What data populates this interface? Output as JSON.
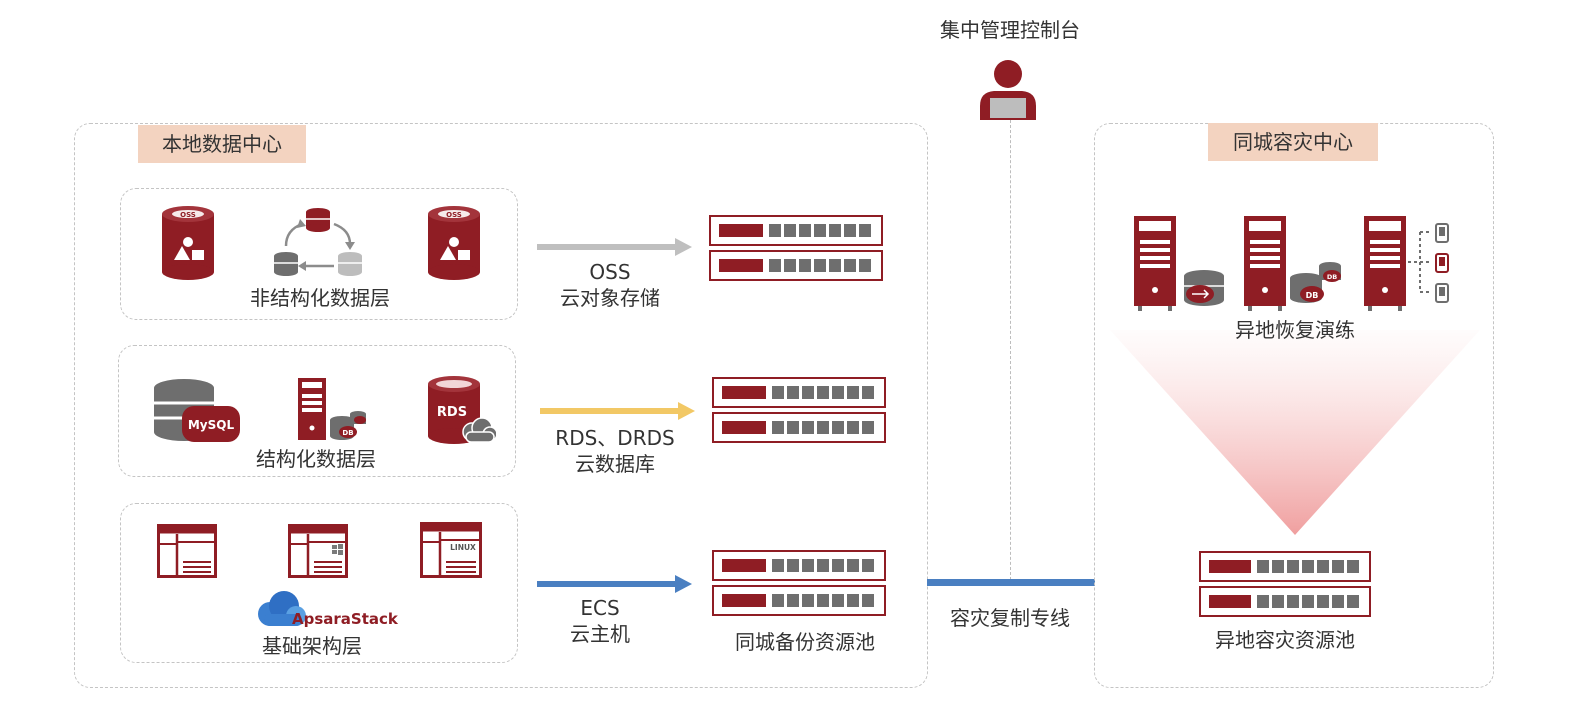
{
  "colors": {
    "brand_red": "#8f1d24",
    "gray": "#6e6e6e",
    "tag_bg": "#f3d3c0",
    "oss_arrow": "#bfbfbf",
    "rds_arrow": "#f2c865",
    "ecs_arrow": "#4a7fc1",
    "link_line": "#4a7fc1"
  },
  "console": {
    "title": "集中管理控制台",
    "icon": "admin-person-icon"
  },
  "local_dc": {
    "title": "本地数据中心",
    "layers": [
      {
        "label": "非结构化数据层",
        "icons": [
          "oss-bucket-icon",
          "data-sync-cycle-icon",
          "oss-bucket-icon"
        ],
        "oss_badge": "OSS"
      },
      {
        "label": "结构化数据层",
        "icons": [
          "mysql-database-icon",
          "db-server-icon",
          "rds-cloud-icon"
        ],
        "mysql_badge": "MySQL",
        "rds_badge": "RDS",
        "db_badge": "DB"
      },
      {
        "label": "基础架构层",
        "icons": [
          "app-window-icon",
          "windows-window-icon",
          "linux-window-icon"
        ],
        "linux_badge": "LINUX",
        "brand": "ApsaraStack"
      }
    ]
  },
  "flows": [
    {
      "line1": "OSS",
      "line2": "云对象存储"
    },
    {
      "line1": "RDS、DRDS",
      "line2": "云数据库"
    },
    {
      "line1": "ECS",
      "line2": "云主机"
    }
  ],
  "backup_pool": {
    "label": "同城备份资源池"
  },
  "dedicated_line": {
    "label": "容灾复制专线"
  },
  "dr_center": {
    "title": "同城容灾中心",
    "drill_label": "异地恢复演练",
    "pool_label": "异地容灾资源池",
    "db_badge": "DB"
  }
}
